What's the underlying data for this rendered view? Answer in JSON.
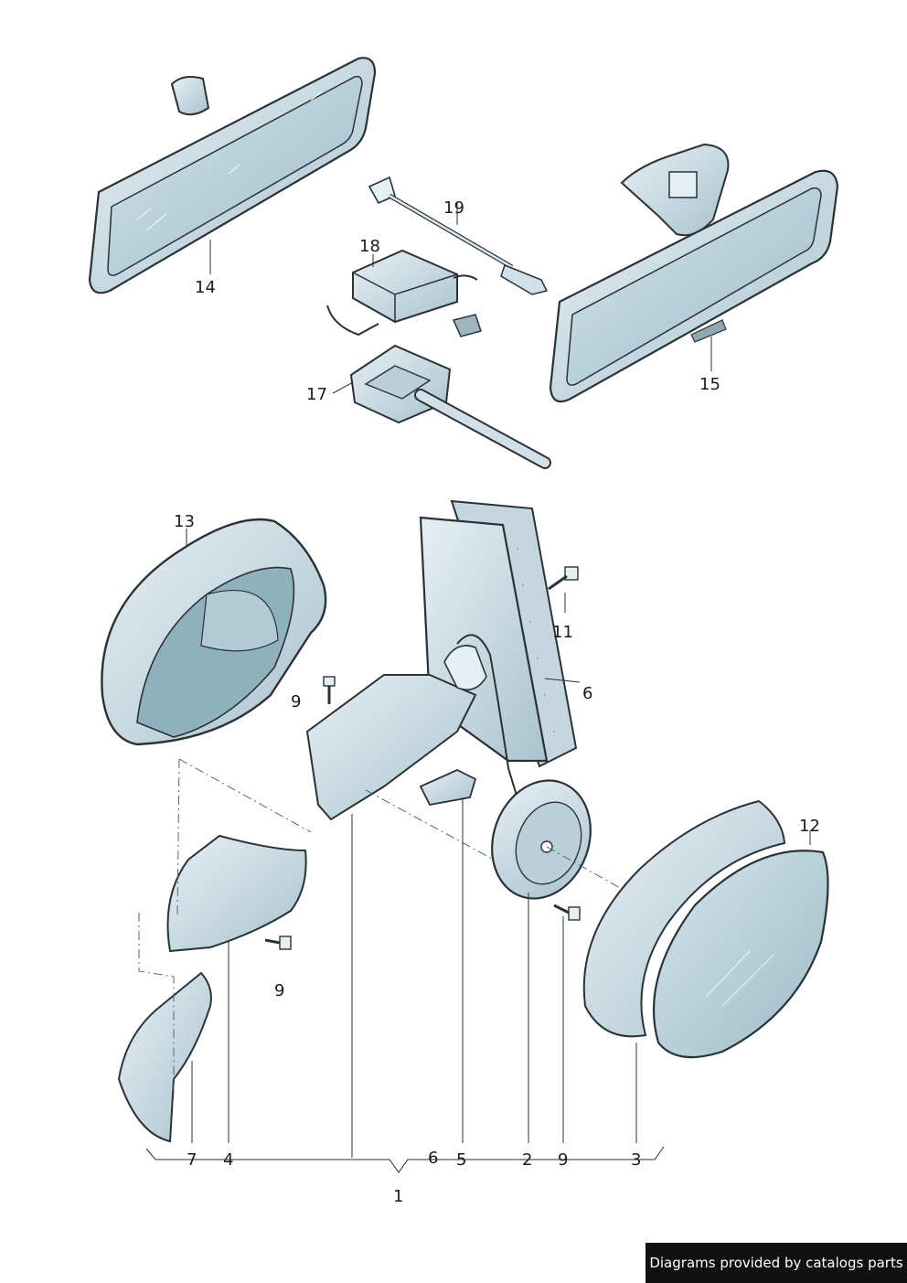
{
  "callouts": {
    "c1": "1",
    "c2": "2",
    "c3": "3",
    "c4": "4",
    "c5": "5",
    "c6a": "6",
    "c6b": "6",
    "c7": "7",
    "c9a": "9",
    "c9b": "9",
    "c9c": "9",
    "c11": "11",
    "c12": "12",
    "c13": "13",
    "c14": "14",
    "c15": "15",
    "c17": "17",
    "c18": "18",
    "c19": "19"
  },
  "footer": {
    "text": "Diagrams provided by catalogs parts"
  },
  "colors": {
    "part_fill": "#cfe0e8",
    "part_stroke": "#2a3236",
    "glass": "#b9d4df",
    "label": "#1a1a1a",
    "badge": "#111111"
  }
}
